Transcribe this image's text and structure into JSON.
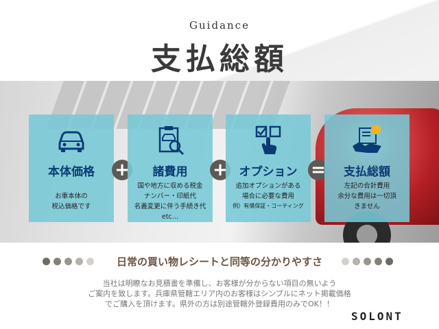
{
  "header": {
    "subtitle": "Guidance",
    "title": "支払総額"
  },
  "steps": [
    {
      "icon": "car-icon",
      "title": "本体価格",
      "desc": "お車本体の\n税込価格です",
      "note": ""
    },
    {
      "icon": "document-inspect-icon",
      "title": "諸費用",
      "desc": "国や地方に収める税金\nナンバー・印紙代\n名義変更に伴う手続き代\netc…",
      "note": ""
    },
    {
      "icon": "checkbox-touch-icon",
      "title": "オプション",
      "desc": "追加オプションがある\n場合に必要な費用",
      "note": "例）有償保証・コーティング"
    },
    {
      "icon": "handshake-contract-icon",
      "title": "支払総額",
      "desc": "左記の合計費用\n余分な費用は一切頂\nきません",
      "note": ""
    }
  ],
  "operators": [
    "+",
    "+",
    "="
  ],
  "tagline": "日常の買い物レシートと同等の分かりやすさ",
  "body": "当社は明瞭なお見積書を準備し、お客様が分からない項目の無いよう\nご案内を致します。兵庫県管轄エリア内のお客様はシンプルにネット掲載価格\nでご購入を頂けます。県外の方は別途管轄外登録費用のみでOK！！",
  "logo": "SOLONT",
  "colors": {
    "panel": "#76cad6",
    "panel_title": "#0b3b74",
    "operator": "#5d5a55",
    "tagline": "#6b5340"
  }
}
